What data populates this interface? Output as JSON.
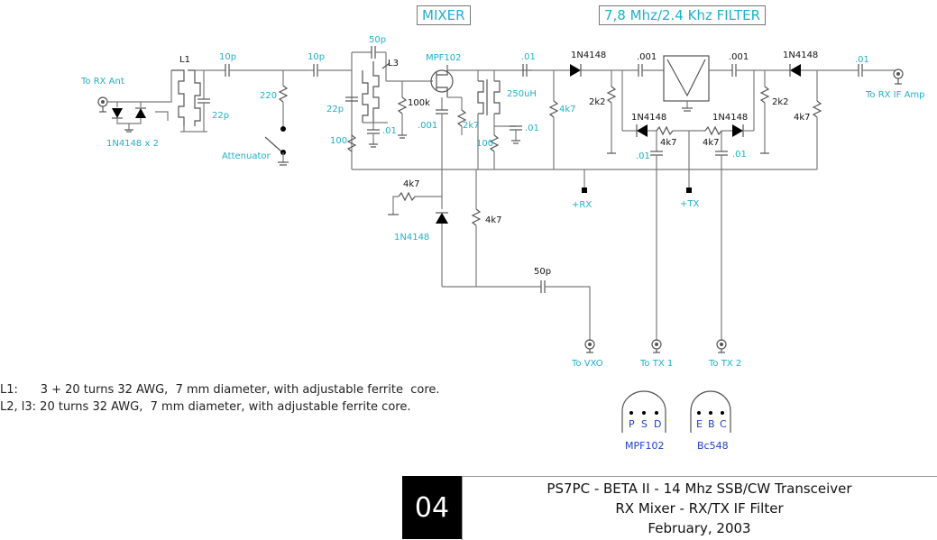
{
  "headers": {
    "mixer": "MIXER",
    "filter": "7,8 Mhz/2.4 Khz FILTER"
  },
  "components": {
    "l1": "L1",
    "c10p_a": "10p",
    "c10p_b": "10p",
    "c50p": "50p",
    "l3": "L3",
    "mpf102": "MPF102",
    "c01_a": ".01",
    "d1n4148_top1": "1N4148",
    "c001_a": ".001",
    "c001_b": ".001",
    "d1n4148_top2": "1N4148",
    "c01_out": ".01",
    "c22p_a": "22p",
    "r220": "220",
    "c22p_b": "22p",
    "r100_a": "100",
    "c01_b": ".01",
    "r100k": "100k",
    "c001_c": ".001",
    "r2k7": "2k7",
    "l250uh": "250uH",
    "r100_b": "100",
    "c01_c": ".01",
    "r4k7_a": "4k7",
    "r2k2_a": "2k2",
    "d1n4148_mid1": "1N4148",
    "d1n4148_mid2": "1N4148",
    "r4k7_b": "4k7",
    "r4k7_c": "4k7",
    "r2k2_b": "2k2",
    "r4k7_d": "4k7",
    "c01_d": ".01",
    "c01_e": ".01",
    "r4k7_e": "4k7",
    "d1n4148_low": "1N4148",
    "r4k7_f": "4k7",
    "c50p_b": "50p",
    "d1n4148_x2": "1N4148 x 2"
  },
  "labels": {
    "to_rx_ant": "To RX Ant",
    "attenuator": "Attenuator",
    "plus_rx": "+RX",
    "plus_tx": "+TX",
    "to_rx_if_amp": "To RX IF Amp",
    "to_vxo": "To VXO",
    "to_tx1": "To TX 1",
    "to_tx2": "To TX 2"
  },
  "notes": {
    "l1": "L1:      3 + 20 turns 32 AWG,  7 mm diameter, with adjustable ferrite  core.",
    "l2l3": "L2, l3: 20 turns 32 AWG,  7 mm diameter, with adjustable ferrite core."
  },
  "packages": {
    "mpf102": {
      "name": "MPF102",
      "pins": [
        "P",
        "S",
        "D"
      ]
    },
    "bc548": {
      "name": "Bc548",
      "pins": [
        "E",
        "B",
        "C"
      ]
    }
  },
  "title_block": {
    "sheet_number": "04",
    "line1": "PS7PC  -  BETA II - 14 Mhz SSB/CW Transceiver",
    "line2": "RX Mixer -  RX/TX  IF Filter",
    "line3": "February, 2003"
  }
}
